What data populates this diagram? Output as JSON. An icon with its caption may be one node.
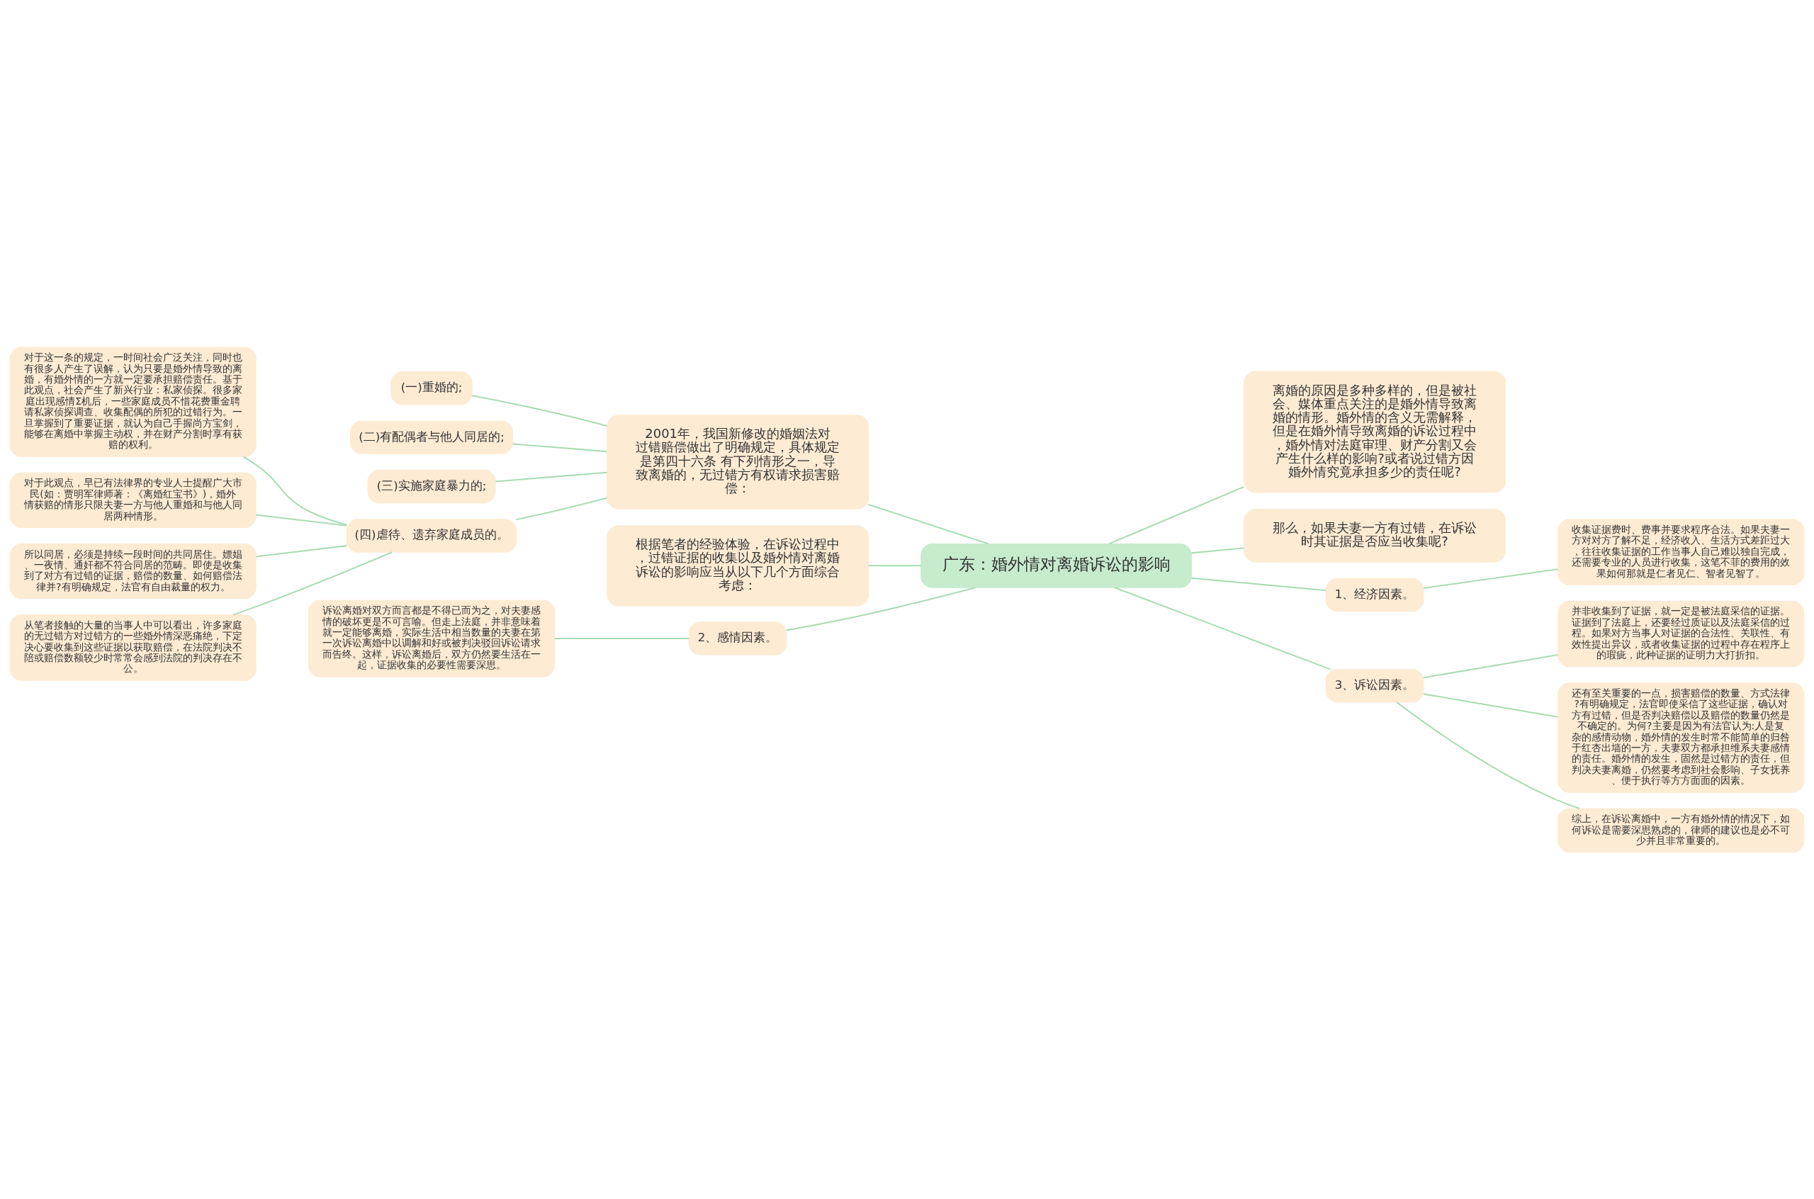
{
  "diagram": {
    "nodes": [
      {
        "text": [
          "广东：婚外情对离婚诉讼的影响"
        ]
      },
      {
        "text": [
          "2001年，我国新修改的婚姻法对过错赔偿做出了明确规定，具体规定是第四十六条 有下列情形之一，导致离婚的，无过错方有权请求损害赔偿："
        ]
      },
      {
        "text": [
          "(一)重婚的;"
        ]
      },
      {
        "text": [
          "(二)有配偶者与他人同居的;"
        ]
      },
      {
        "text": [
          "(三)实施家庭暴力的;"
        ]
      },
      {
        "text": [
          "(四)虐待、遗弃家庭成员的。"
        ]
      },
      {
        "text": [
          "对于这一条的规定，一时间社会广泛关注，同时也有很多人产生了误解，认为只要是婚外情导致的离婚，有婚外情的一方就一定要承担赔偿责任。基于此观点，社会产生了新兴行业：私家侦探。很多家庭出现感情Σ机后，一些家庭成员不惜花费重金聘请私家侦探调查、收集配偶的所犯的过错行为。一旦掌握到了重要证据，就认为自己手握尚方宝剑，能够在离婚中掌握主动权，并在财产分割时享有获赔的权利。"
        ]
      },
      {
        "text": [
          "对于此观点，早已有法律界的专业人士提醒广大市民(如：贾明军律师著：《离婚红宝书》)，婚外情获赔的情形只限夫妻一方与他人重婚和与他人同居两种情形。"
        ]
      },
      {
        "text": [
          "所以同居，必须是持续一段时间的共同居住。嫖娼、一夜情、通奸都不符合同居的范畴。即使是收集到了对方有过错的证据，赔偿的数量、如何赔偿法律并?有明确规定，法官有自由裁量的权力。"
        ]
      },
      {
        "text": [
          "从笔者接触的大量的当事人中可以看出，许多家庭的无过错方对过错方的一些婚外情深恶痛绝，下定决心要收集到这些证据以获取赔偿，在法院判决不陪或赔偿数额较少时常常会感到法院的判决存在不公。"
        ]
      },
      {
        "text": [
          "离婚的原因是多种多样的，但是被社会、媒体重点关注的是婚外情导致离婚的情形。婚外情的含义无需解释，但是在婚外情导致离婚的诉讼过程中，婚外情对法庭审理、财产分割又会产生什么样的影响?或者说过错方因婚外情究竟承担多少的责任呢?"
        ]
      },
      {
        "text": [
          "那么，如果夫妻一方有过错，在诉讼时其证据是否应当收集呢?"
        ]
      },
      {
        "text": [
          "1、经济因素。"
        ]
      },
      {
        "text": [
          "收集证据费时、费事并要求程序合法。如果夫妻一方对对方了解不足，经济收入、生活方式差距过大，往往收集证据的工作当事人自己难以独自完成，还需要专业的人员进行收集，这笔不菲的费用的效果如何那就是仁者见仁、智者见智了。"
        ]
      },
      {
        "text": [
          "3、诉讼因素。"
        ]
      },
      {
        "text": [
          "并非收集到了证据，就一定是被法庭采信的证据。证据到了法庭上，还要经过质证以及法庭采信的过程。如果对方当事人对证据的合法性、关联性、有效性提出异议，或者收集证据的过程中存在程序上的瑕疵，此种证据的证明力大打折扣。"
        ]
      },
      {
        "text": [
          "还有至关重要的一点，损害赔偿的数量、方式法律?有明确规定，法官即使采信了这些证据，确认对方有过错，但是否判决赔偿以及赔偿的数量仍然是不确定的。为何?主要是因为有法官认为:人是复杂的感情动物，婚外情的发生时常不能简单的归咎于红杏出墙的一方，夫妻双方都承担维系夫妻感情的责任。婚外情的发生，固然是过错方的责任，但判决夫妻离婚，仍然要考虑到社会影响、子女抚养、便于执行等方方面面的因素。"
        ]
      },
      {
        "text": [
          "综上，在诉讼离婚中，一方有婚外情的情况下，如何诉讼是需要深思熟虑的，律师的建议也是必不可少并且非常重要的。"
        ]
      },
      {
        "text": [
          "根据笔者的经验体验，在诉讼过程中，过错证据的收集以及婚外情对离婚诉讼的影响应当从以下几个方面综合考虑："
        ]
      },
      {
        "text": [
          "2、感情因素。"
        ]
      },
      {
        "text": [
          "诉讼离婚对双方而言都是不得已而为之，对夫妻感情的破坏更是不可言喻。但走上法庭，并非意味着就一定能够离婚，实际生活中相当数量的夫妻在第一次诉讼离婚中以调解和好或被判决驳回诉讼请求而告终。这样，诉讼离婚后，双方仍然要生活在一起，证据收集的必要性需要深思。"
        ]
      }
    ],
    "edges": [
      {
        "from": 0,
        "to": 1,
        "arrow": "none"
      },
      {
        "from": 1,
        "to": 2,
        "arrow": "none"
      },
      {
        "from": 1,
        "to": 3,
        "arrow": "none"
      },
      {
        "from": 1,
        "to": 4,
        "arrow": "none"
      },
      {
        "from": 1,
        "to": 5,
        "arrow": "none"
      },
      {
        "from": 5,
        "to": 6,
        "arrow": "none"
      },
      {
        "from": 5,
        "to": 7,
        "arrow": "none"
      },
      {
        "from": 5,
        "to": 8,
        "arrow": "none"
      },
      {
        "from": 5,
        "to": 9,
        "arrow": "none"
      },
      {
        "from": 0,
        "to": 10,
        "arrow": "none"
      },
      {
        "from": 0,
        "to": 11,
        "arrow": "none"
      },
      {
        "from": 0,
        "to": 12,
        "arrow": "none"
      },
      {
        "from": 12,
        "to": 13,
        "arrow": "none"
      },
      {
        "from": 0,
        "to": 14,
        "arrow": "none"
      },
      {
        "from": 14,
        "to": 15,
        "arrow": "none"
      },
      {
        "from": 14,
        "to": 16,
        "arrow": "none"
      },
      {
        "from": 14,
        "to": 17,
        "arrow": "none"
      },
      {
        "from": 0,
        "to": 18,
        "arrow": "none"
      },
      {
        "from": 0,
        "to": 19,
        "arrow": "none"
      },
      {
        "from": 19,
        "to": 20,
        "arrow": "none"
      }
    ]
  }
}
